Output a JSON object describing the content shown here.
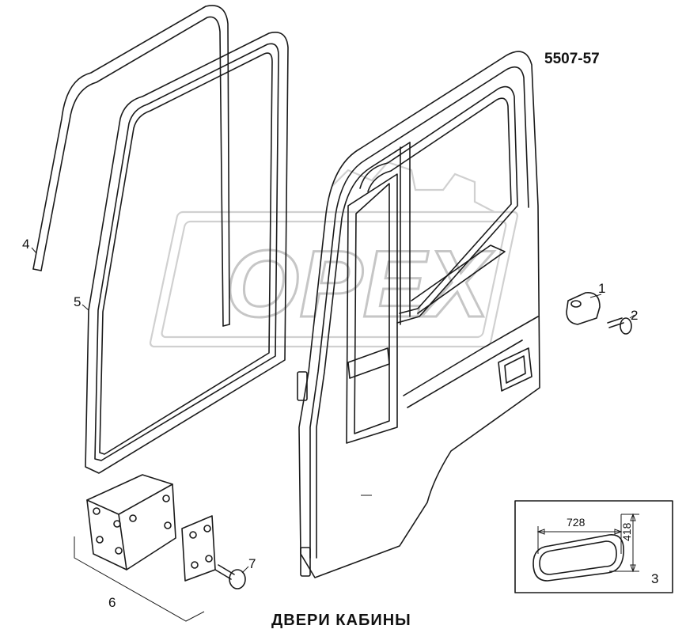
{
  "drawing": {
    "code": "5507-57",
    "title": "ДВЕРИ КАБИНЫ",
    "watermark": "OPEX"
  },
  "callouts": {
    "c1": "1",
    "c2": "2",
    "c3": "3",
    "c4": "4",
    "c5": "5",
    "c6": "6",
    "c7": "7"
  },
  "detail": {
    "width_dim": "728",
    "height_dim": "418"
  }
}
